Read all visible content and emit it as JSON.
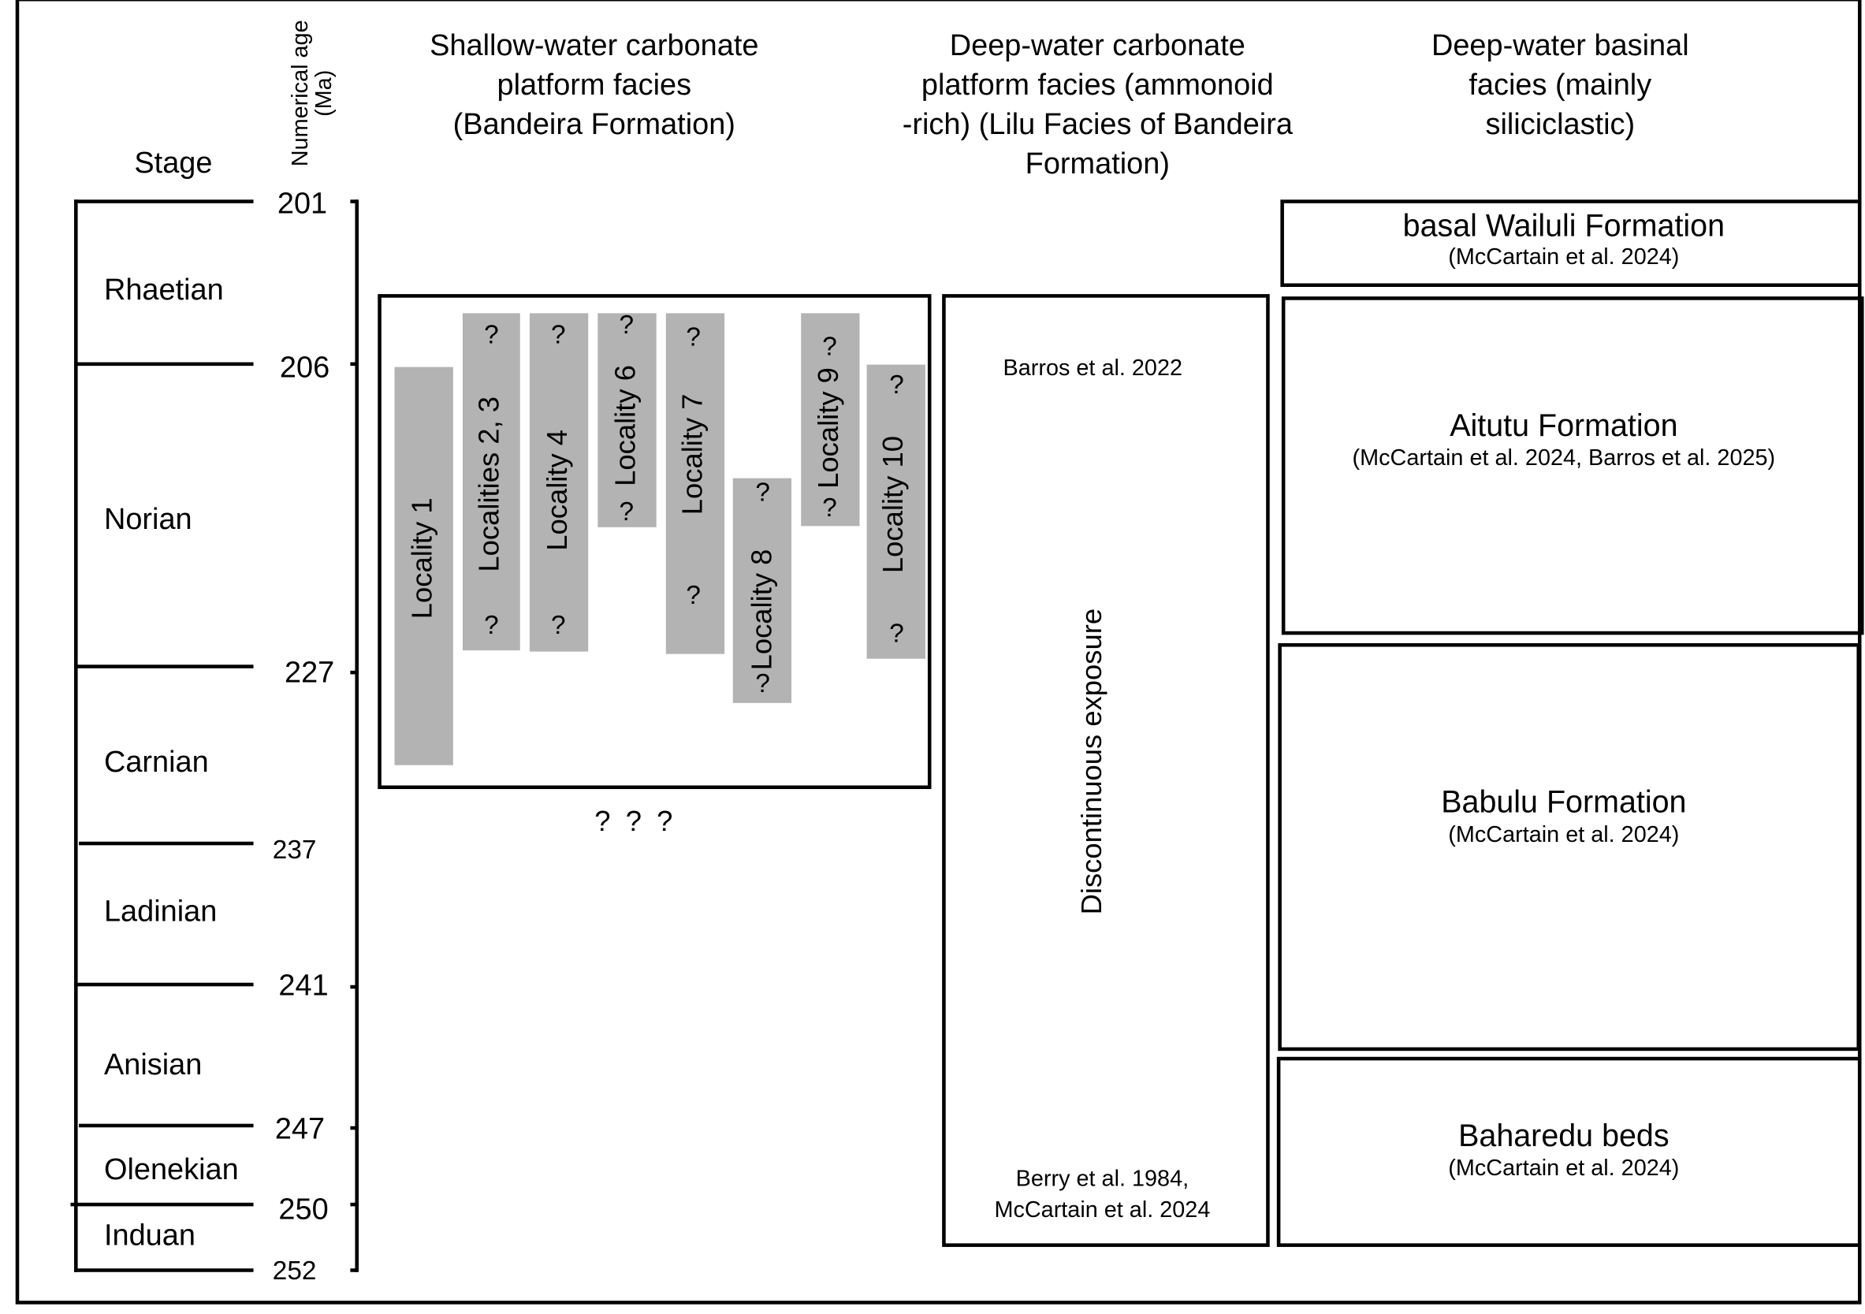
{
  "headers": {
    "stage": "Stage",
    "numerical_age": [
      "Numerical age",
      "(Ma)"
    ],
    "shallow": [
      "Shallow-water carbonate",
      "platform facies",
      "(Bandeira Formation)"
    ],
    "deep_carbonate": [
      "Deep-water carbonate",
      "platform facies (ammonoid",
      "-rich) (Lilu Facies of Bandeira",
      "Formation)"
    ],
    "basinal": [
      "Deep-water basinal",
      "facies (mainly",
      "siliciclastic)"
    ]
  },
  "stages": [
    "Rhaetian",
    "Norian",
    "Carnian",
    "Ladinian",
    "Anisian",
    "Olenekian",
    "Induan"
  ],
  "ages": [
    "201",
    "206",
    "227",
    "237",
    "241",
    "247",
    "250",
    "252"
  ],
  "localities": [
    "Locality 1",
    "Localities 2, 3",
    "Locality 4",
    "Locality 6",
    "Locality 7",
    "Locality 8",
    "Locality 9",
    "Locality 10"
  ],
  "uncertain_mark": "?",
  "below_box_marks": "? ? ?",
  "deep_carbonate_box": {
    "top_ref": "Barros et al. 2022",
    "label": "Discontinuous exposure",
    "bottom_ref": [
      "Berry et al. 1984,",
      "McCartain et al. 2024"
    ]
  },
  "formations": [
    {
      "name": "basal Wailuli Formation",
      "ref": "(McCartain et al. 2024)"
    },
    {
      "name": "Aitutu Formation",
      "ref": "(McCartain et al. 2024, Barros et al. 2025)"
    },
    {
      "name": "Babulu Formation",
      "ref": "(McCartain et al. 2024)"
    },
    {
      "name": "Baharedu beds",
      "ref": "(McCartain et al. 2024)"
    }
  ],
  "colors": {
    "bar": "#b3b3b3",
    "line": "#000000"
  }
}
